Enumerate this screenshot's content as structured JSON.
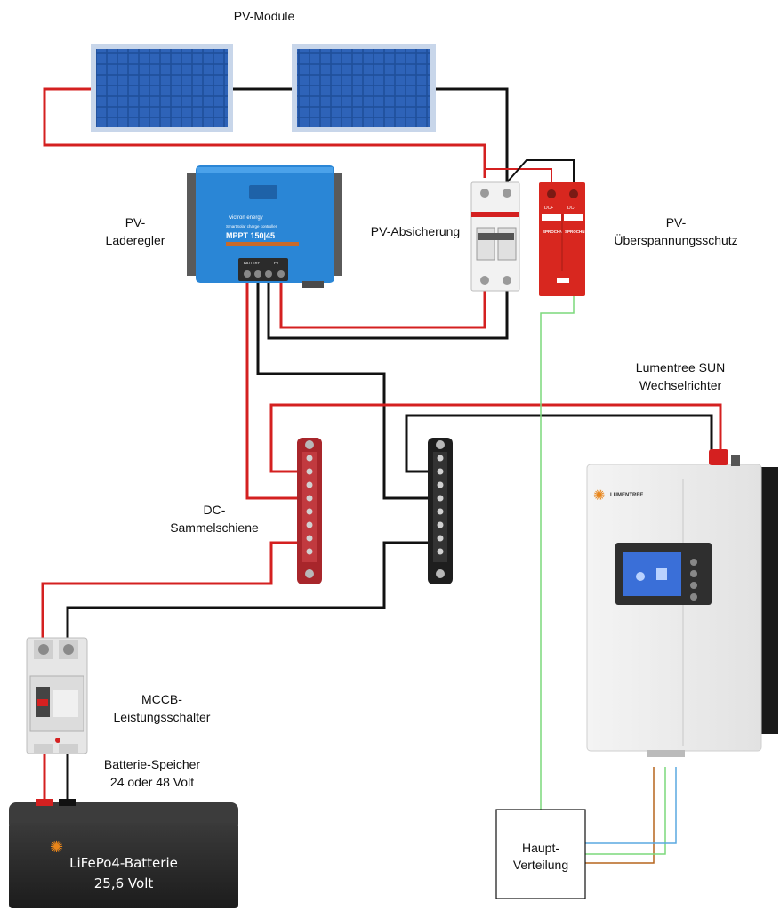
{
  "labels": {
    "pv_modules": "PV-Module",
    "charge_controller": [
      "PV-",
      "Laderegler"
    ],
    "pv_fuse": "PV-Absicherung",
    "surge_protection": [
      "PV-",
      "Überspannungsschutz"
    ],
    "inverter": [
      "Lumentree SUN",
      "Wechselrichter"
    ],
    "busbar": [
      "DC-",
      "Sammelschiene"
    ],
    "mccb": [
      "MCCB-",
      "Leistungsschalter"
    ],
    "battery_storage": [
      "Batterie-Speicher",
      "24 oder 48 Volt"
    ],
    "main_distribution": [
      "Haupt-",
      "Verteilung"
    ]
  },
  "devices": {
    "charge_controller_brand": "victron energy",
    "charge_controller_model": "MPPT 150|45",
    "charge_controller_series": "SmartSolar charge controller",
    "cc_terminal_left": "BATTERY",
    "cc_terminal_right": "PV",
    "spd_brand": "SPROCHN",
    "spd_dc_plus": "DC+",
    "spd_dc_minus": "DC-",
    "inverter_brand": "LUMENTREE",
    "battery_line1": "LiFePo4-Batterie",
    "battery_line2": "25,6 Volt"
  },
  "colors": {
    "positive_wire": "#d42020",
    "negative_wire": "#111111",
    "earth_wire": "#7cd97c",
    "neutral_wire": "#5aa8e0",
    "phase_wire": "#b5651d",
    "panel_blue": "#1f4f9a",
    "controller_blue": "#2a86d6",
    "spd_red": "#d8271f",
    "busbar_red": "#a8262b",
    "busbar_black": "#1e1e1e",
    "battery_body": "#2a2a2a"
  }
}
